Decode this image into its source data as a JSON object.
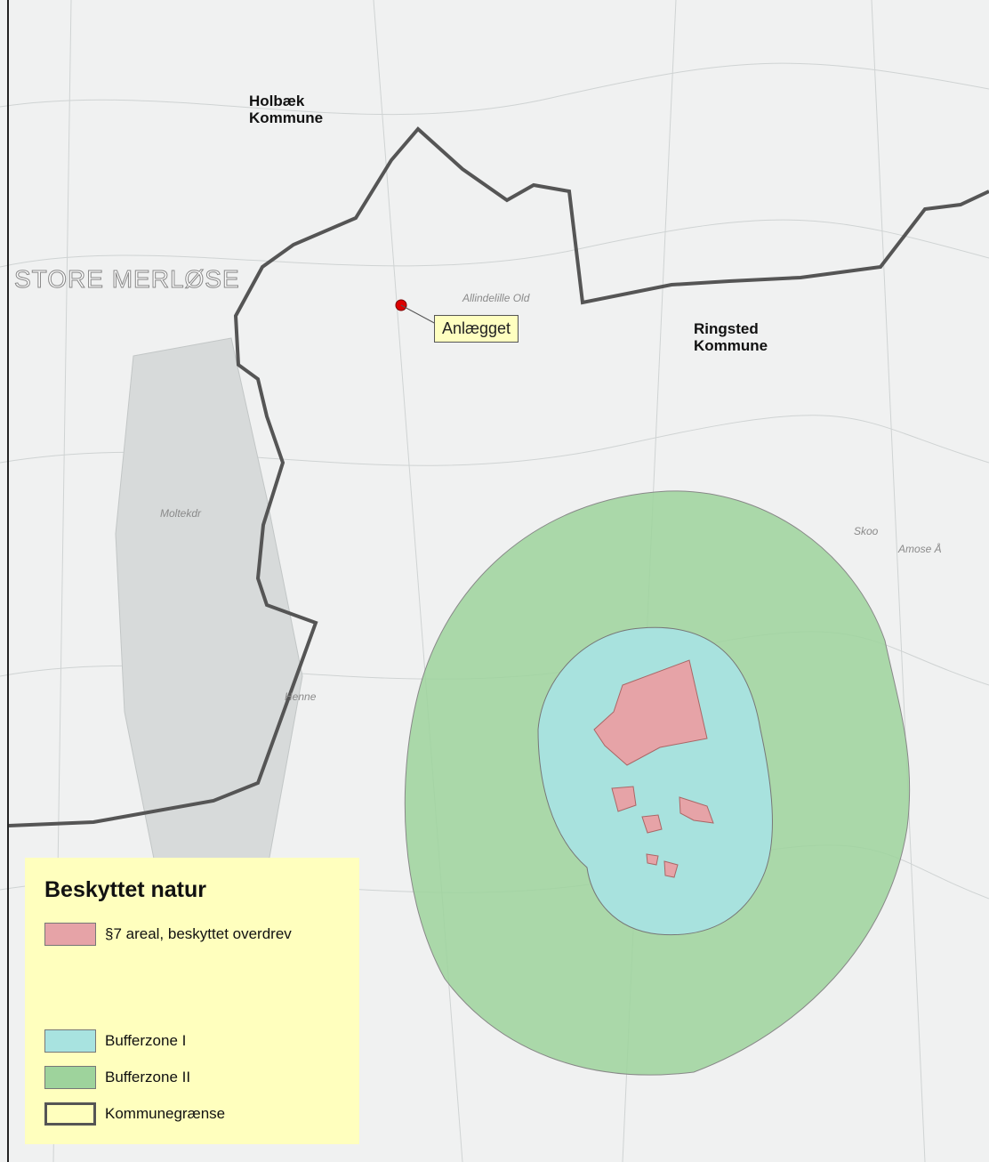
{
  "map": {
    "municipalities": {
      "north": "Holbæk\nKommune",
      "south": "Ringsted\nKommune"
    },
    "town": "STORE MERLØSE",
    "place_names": [
      "Moltekdr",
      "Amose Å",
      "Allindelille Old",
      "Skoo",
      "Henne"
    ],
    "callout": "Anlægget",
    "colors": {
      "protected": "#e6a3a7",
      "buffer1": "#a8e3e0",
      "buffer2": "#9ed39c",
      "boundary": "#555555",
      "legend_bg": "#ffffbe"
    }
  },
  "legend": {
    "title": "Beskyttet natur",
    "items": [
      {
        "label": "§7 areal, beskyttet overdrev"
      },
      {
        "label": "Bufferzone I"
      },
      {
        "label": "Bufferzone II"
      },
      {
        "label": "Kommunegrænse"
      }
    ]
  }
}
